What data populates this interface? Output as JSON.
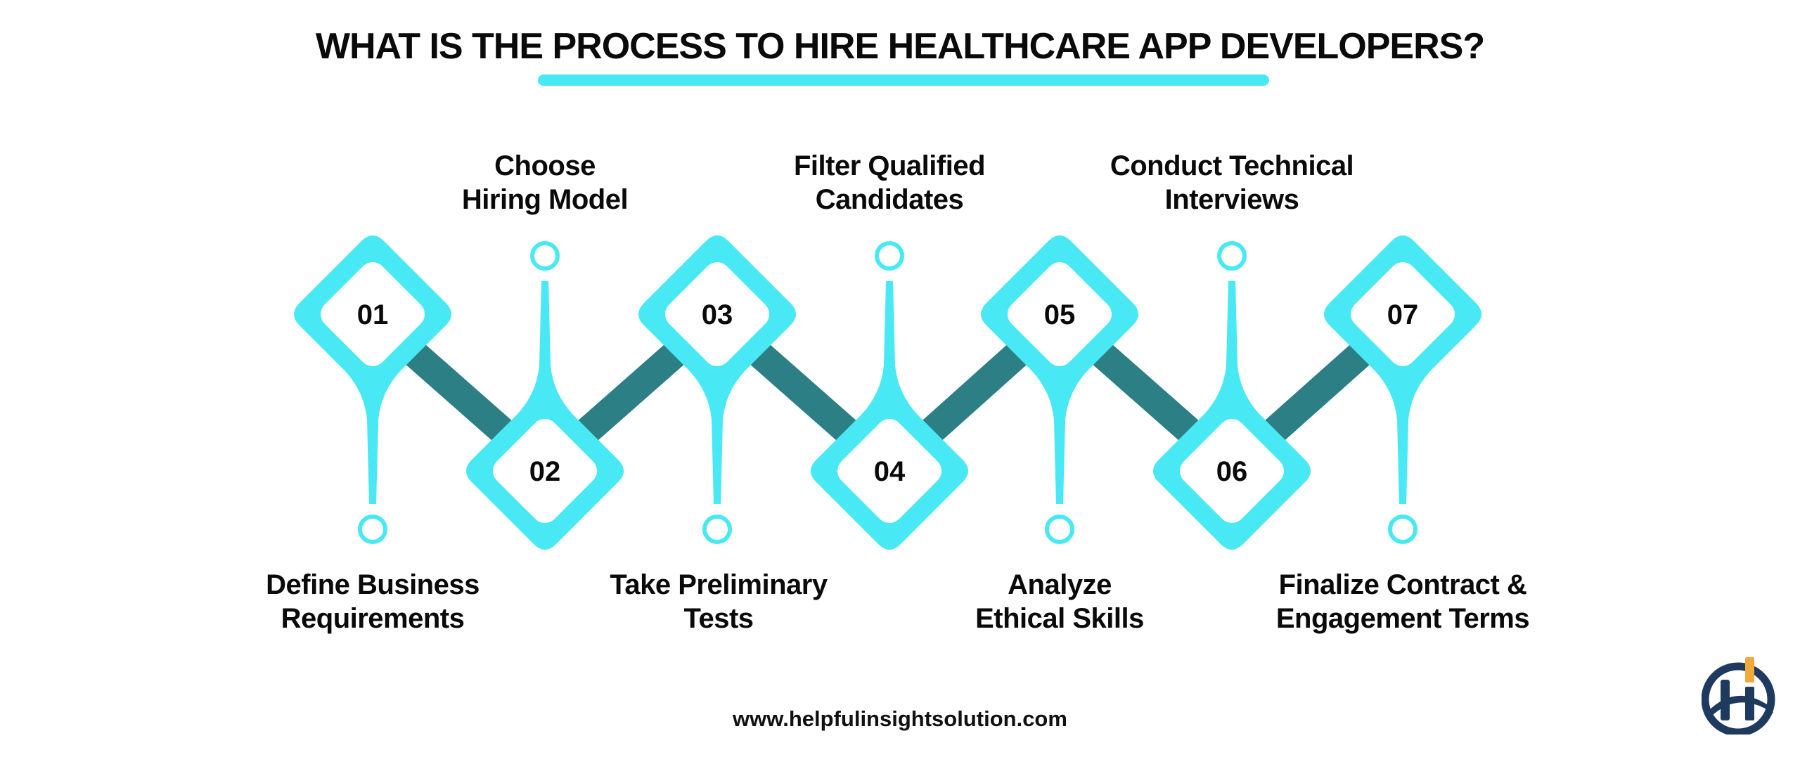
{
  "title": "WHAT IS THE PROCESS TO HIRE HEALTHCARE APP DEVELOPERS?",
  "colors": {
    "accent_cyan": "#48E8F5",
    "connector_teal": "#2C7F84",
    "text": "#0a0a0a",
    "logo_navy": "#1F3A5F",
    "logo_orange": "#F2A93B"
  },
  "steps": [
    {
      "number": "01",
      "line1": "Define Business",
      "line2": "Requirements",
      "position": "top"
    },
    {
      "number": "02",
      "line1": "Choose",
      "line2": "Hiring Model",
      "position": "bottom"
    },
    {
      "number": "03",
      "line1": "Take Preliminary",
      "line2": "Tests",
      "position": "top"
    },
    {
      "number": "04",
      "line1": "Filter Qualified",
      "line2": "Candidates",
      "position": "bottom"
    },
    {
      "number": "05",
      "line1": "Analyze",
      "line2": "Ethical Skills",
      "position": "top"
    },
    {
      "number": "06",
      "line1": "Conduct Technical",
      "line2": "Interviews",
      "position": "bottom"
    },
    {
      "number": "07",
      "line1": "Finalize Contract &",
      "line2": "Engagement Terms",
      "position": "top"
    }
  ],
  "footer": {
    "url": "www.helpfulinsightsolution.com"
  },
  "logo": {
    "icon": "helpful-insight-logo-icon"
  }
}
